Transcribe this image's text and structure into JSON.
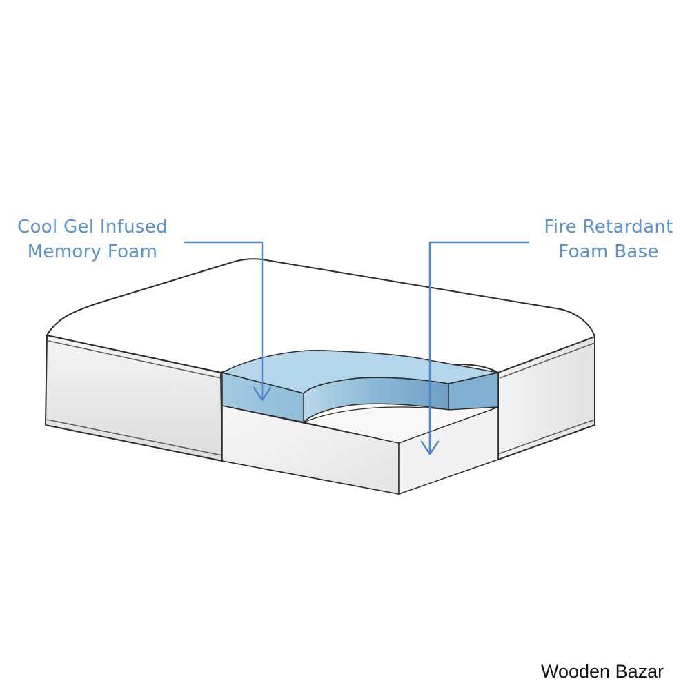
{
  "labels": {
    "left_line1": "Cool Gel Infused",
    "left_line2": "Memory Foam",
    "right_line1": "Fire Retardant",
    "right_line2": "Foam Base"
  },
  "watermark": "Wooden Bazar",
  "colors": {
    "label_blue": "#5b92cc",
    "arrow_blue": "#4f86c6",
    "gel_light": "#a9cfe5",
    "gel_dark": "#7fb0d1",
    "outline": "#2b2b2b"
  }
}
